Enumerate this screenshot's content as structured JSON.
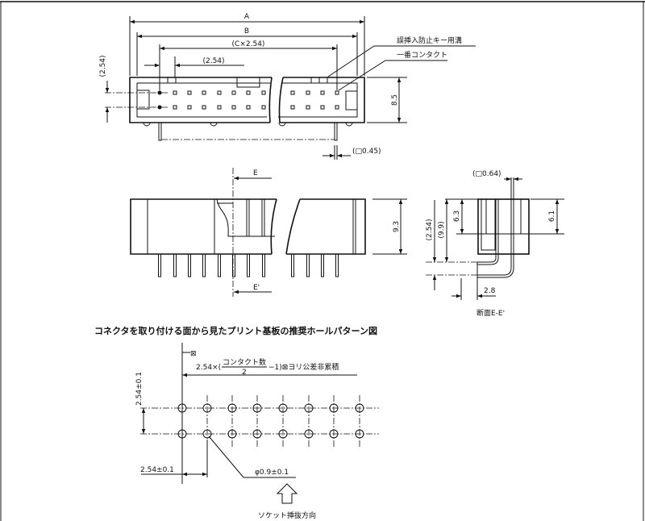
{
  "top_view": {
    "dim_a": "A",
    "dim_b": "B",
    "dim_c": "(C×2.54)",
    "dim_pitch": "(2.54)",
    "dim_row_pitch": "(2.54)",
    "dim_height": "8.5",
    "dim_pin": "(□0.45)",
    "callout_key_groove": "誤挿入防止キー用溝",
    "callout_first_contact": "一番コンタクト"
  },
  "side_view": {
    "section_mark_top": "E",
    "section_mark_bottom": "E'",
    "dim_height": "9.3"
  },
  "section_view": {
    "dim_pin": "(□0.64)",
    "dim_6_1": "6.1",
    "dim_6_3": "6.3",
    "dim_9_9": "(9.9)",
    "dim_2_54": "(2.54)",
    "dim_2_8": "2.8",
    "caption": "断面E-E'"
  },
  "hole_pattern": {
    "title": "コネクタを取り付ける面から見たプリント基板の推奨ホールパターン図",
    "datum_symbol": "⊠",
    "formula_prefix": "2.54×(",
    "formula_numerator": "コンタクト数",
    "formula_denominator": "2",
    "formula_suffix": "−1)⊠ヨリ公差非累積",
    "dim_row_pitch": "2.54±0.1",
    "dim_col_pitch": "2.54±0.1",
    "dim_hole": "φ0.9±0.1",
    "insertion_direction": "ソケット挿抜方向"
  }
}
